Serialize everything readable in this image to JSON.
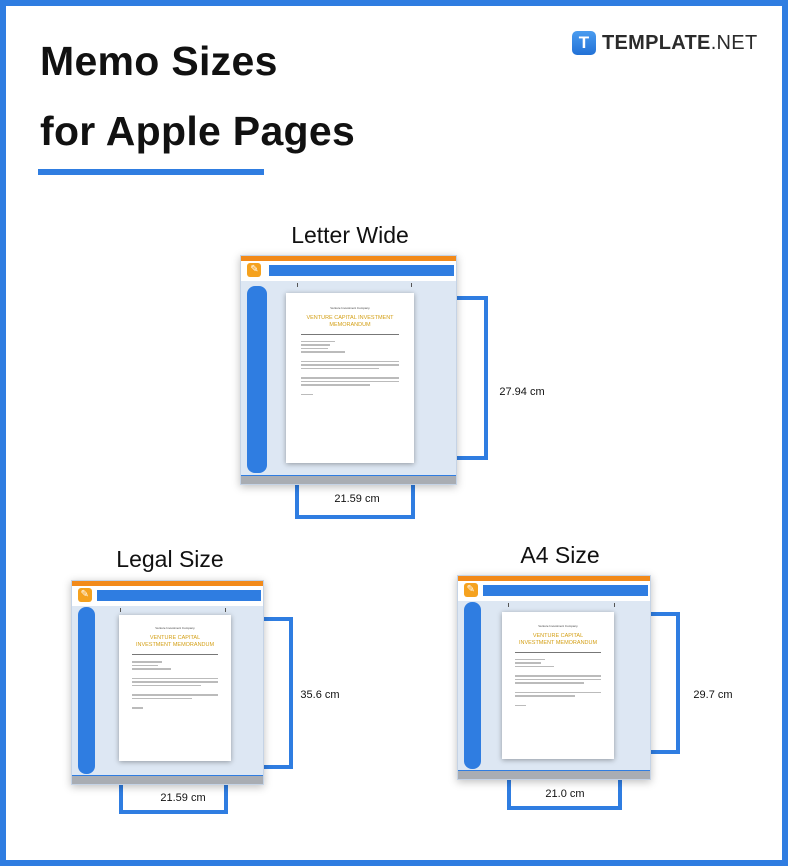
{
  "title_line1": "Memo Sizes",
  "title_line2": "for Apple Pages",
  "brand": {
    "mark": "T",
    "name_bold": "TEMPLATE",
    "name_rest": ".NET",
    "color": "#2f7de1"
  },
  "document": {
    "company": "Venture Investment Company",
    "heading": "VENTURE CAPITAL INVESTMENT MEMORANDUM"
  },
  "sizes": [
    {
      "name": "Letter Wide",
      "width": "21.59 cm",
      "height": "27.94 cm"
    },
    {
      "name": "Legal Size",
      "width": "21.59 cm",
      "height": "35.6 cm"
    },
    {
      "name": "A4 Size",
      "width": "21.0 cm",
      "height": "29.7 cm"
    }
  ],
  "colors": {
    "accent": "#2f7de1",
    "app_orange": "#f28a1a",
    "heading_gold": "#d4a017"
  }
}
